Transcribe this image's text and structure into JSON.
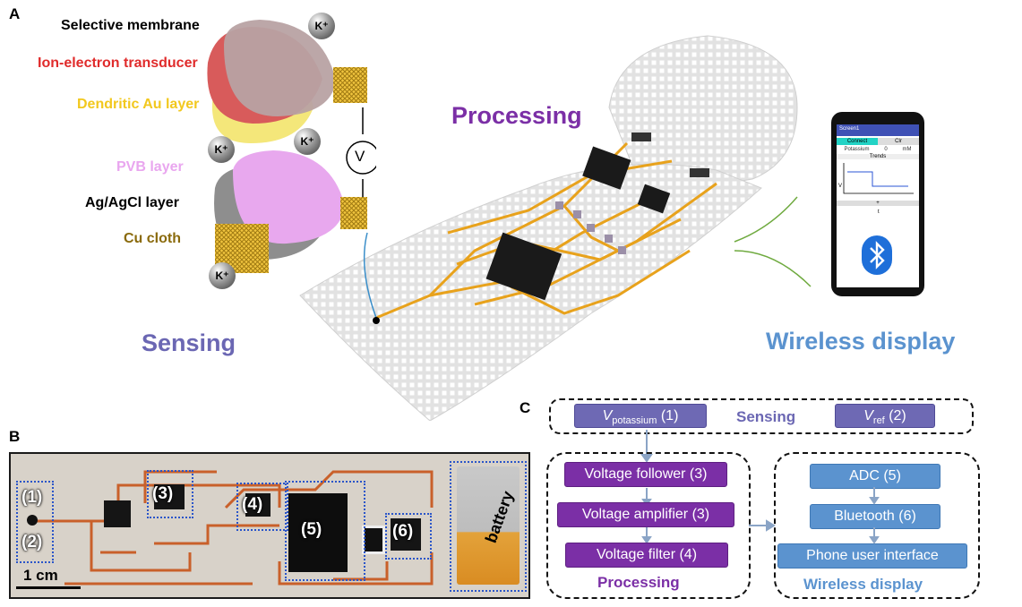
{
  "panels": {
    "a": "A",
    "b": "B",
    "c": "C"
  },
  "panel_a": {
    "layers": {
      "selective_membrane": "Selective membrane",
      "ion_electron_transducer": "Ion-electron transducer",
      "dendritic_au": "Dendritic Au layer",
      "pvb": "PVB layer",
      "ag_agcl": "Ag/AgCl layer",
      "cu_cloth": "Cu cloth"
    },
    "ion": "K⁺",
    "voltmeter": "V",
    "stages": {
      "processing": "Processing",
      "sensing": "Sensing",
      "wireless": "Wireless display"
    },
    "phone": {
      "screen_title": "Screen1",
      "connect": "Connect",
      "clear": "Clr",
      "potassium": "Potassium",
      "value": "0",
      "unit": "mM",
      "trends": "Trends",
      "y_axis": "V",
      "x_axis": "t",
      "plus": "+",
      "bluetooth_icon": "bluetooth-icon"
    }
  },
  "panel_b": {
    "labels": [
      "(1)",
      "(2)",
      "(3)",
      "(4)",
      "(5)",
      "(6)"
    ],
    "battery": "battery",
    "scale": "1 cm"
  },
  "panel_c": {
    "sensing": {
      "label": "Sensing",
      "v_potassium_main": "V",
      "v_potassium_sub": "potassium",
      "v_potassium_num": "(1)",
      "v_ref_main": "V",
      "v_ref_sub": "ref",
      "v_ref_num": "(2)"
    },
    "processing": {
      "label": "Processing",
      "items": [
        "Voltage follower (3)",
        "Voltage amplifier (3)",
        "Voltage filter (4)"
      ]
    },
    "wireless": {
      "label": "Wireless display",
      "items": [
        "ADC (5)",
        "Bluetooth (6)",
        "Phone user interface"
      ]
    }
  },
  "colors": {
    "purple": "#7b2fa6",
    "lavender": "#6e69b4",
    "blue": "#5b93cf",
    "sensing_text": "#6b67b3",
    "wireless_text": "#5b93cf",
    "processing_text": "#7b2fa6",
    "trace": "#e8a21c"
  }
}
